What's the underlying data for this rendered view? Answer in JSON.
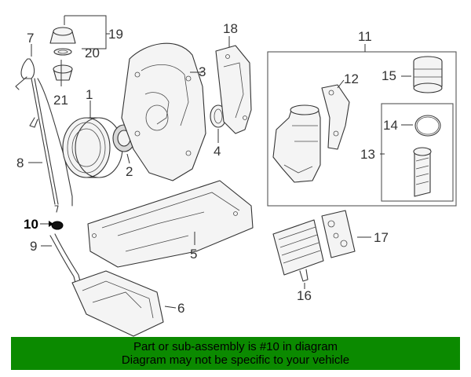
{
  "diagram": {
    "callouts": {
      "c1": "1",
      "c2": "2",
      "c3": "3",
      "c4": "4",
      "c5": "5",
      "c6": "6",
      "c7": "7",
      "c8": "8",
      "c9": "9",
      "c10": "10",
      "c11": "11",
      "c12": "12",
      "c13": "13",
      "c14": "14",
      "c15": "15",
      "c16": "16",
      "c17": "17",
      "c18": "18",
      "c19": "19",
      "c20": "20",
      "c21": "21"
    },
    "highlight_part": "10",
    "colors": {
      "banner_bg": "#0b8a00",
      "line": "#333333"
    }
  },
  "banner": {
    "line1": "Part or sub-assembly is #10 in diagram",
    "line2": "Diagram may not be specific to your vehicle"
  }
}
